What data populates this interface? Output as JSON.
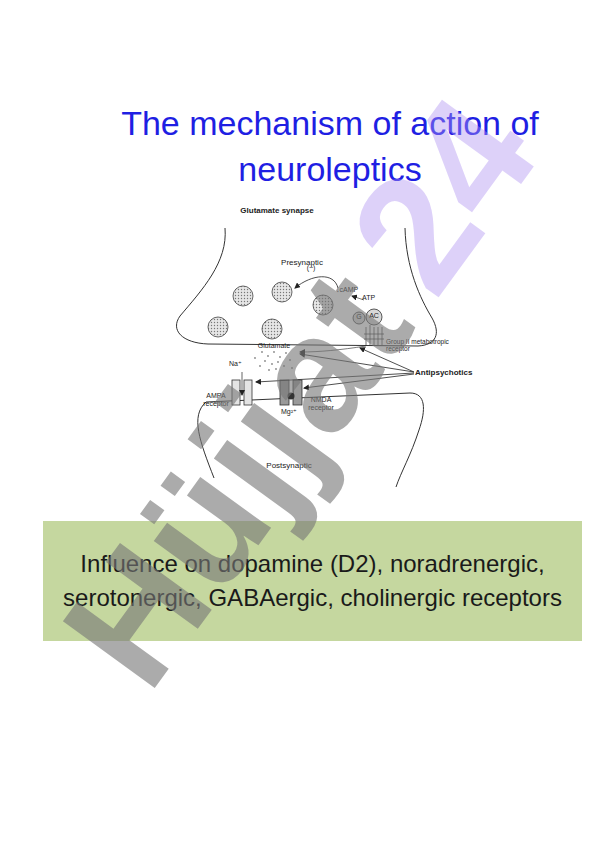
{
  "diagram": {
    "title": "The mechanism of action of neuroleptics",
    "nodes": [
      {
        "text": [
          "Influence on dopamine (D2), noradrenergic, serotonergic, GABAergic, cholinergic receptors"
        ]
      }
    ],
    "labels": [
      "Glutamate synapse",
      "Presynaptic",
      "(−)",
      "↓cAMP",
      "ATP",
      "G",
      "AC",
      "Glutamate",
      "Group II metabotropic receptor",
      "Na⁺",
      "AMPA receptor",
      "NMDA receptor",
      "Mg²⁺",
      "Antipsychotics",
      "Postsynaptic",
      "Hüjjat",
      "24"
    ]
  }
}
